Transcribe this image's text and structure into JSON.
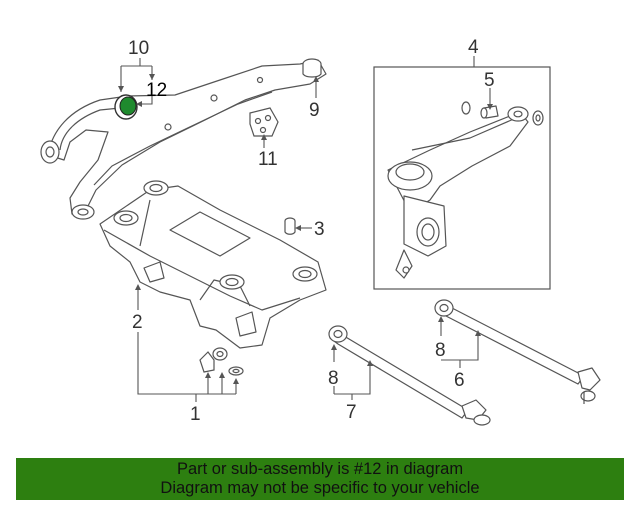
{
  "callouts": {
    "c1": "1",
    "c2": "2",
    "c3": "3",
    "c4": "4",
    "c5": "5",
    "c6": "6",
    "c7": "7",
    "c8a": "8",
    "c8b": "8",
    "c9": "9",
    "c10": "10",
    "c11": "11",
    "c12": "12"
  },
  "highlighted_part": "12",
  "banner": {
    "line1": "Part or sub-assembly is #12 in diagram",
    "line2": "Diagram may not be specific to your vehicle"
  },
  "colors": {
    "banner_bg": "#2d7f10",
    "highlight_part": "#1f8a2e",
    "line_art": "#555555",
    "callout_text": "#333333"
  }
}
